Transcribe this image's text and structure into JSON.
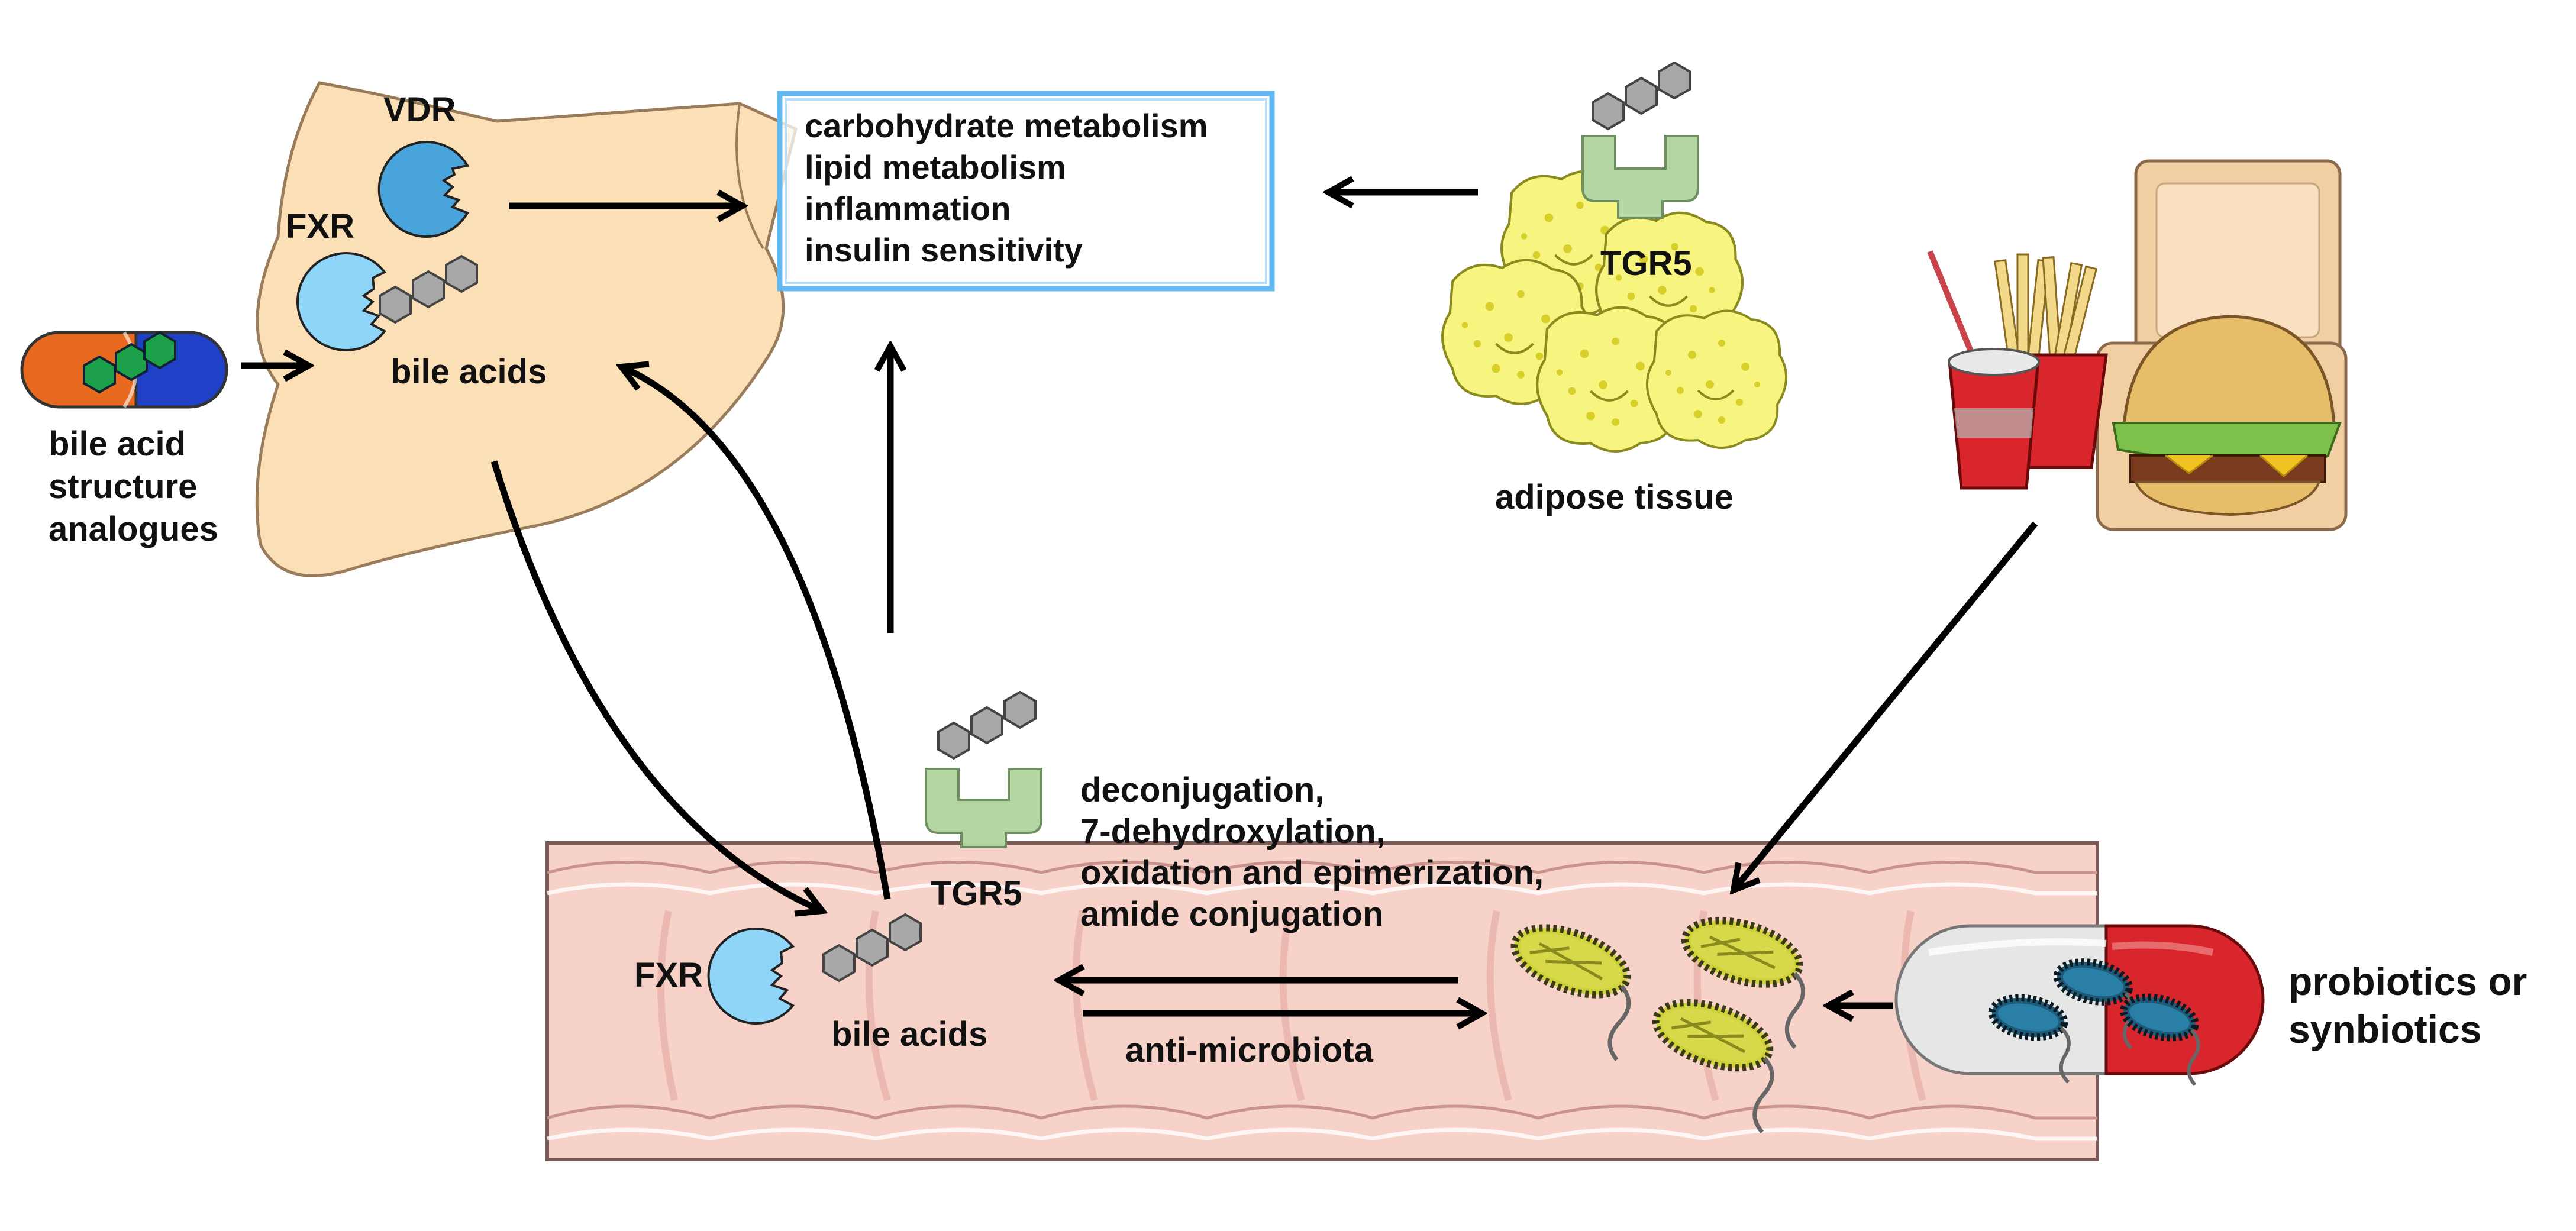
{
  "liver": {
    "receptor_vdr": "VDR",
    "receptor_fxr": "FXR",
    "bile_acids": "bile acids"
  },
  "effects_box": {
    "items": [
      "carbohydrate metabolism",
      "lipid metabolism",
      "inflammation",
      "insulin sensitivity"
    ]
  },
  "adipose": {
    "receptor": "TGR5",
    "label": "adipose tissue"
  },
  "analogues": {
    "label_lines": [
      "bile acid",
      "structure",
      "analogues"
    ]
  },
  "intestine": {
    "receptor_tgr5": "TGR5",
    "receptor_fxr": "FXR",
    "bile_acids": "bile acids",
    "microbial_processes": [
      "deconjugation,",
      " 7-dehydroxylation,",
      "oxidation and epimerization,",
      "amide conjugation"
    ],
    "anti_label": "anti-microbiota"
  },
  "probiotics": {
    "label_lines": [
      "probiotics or",
      "synbiotics"
    ]
  },
  "colors": {
    "liver_fill": "#fbdfb6",
    "liver_stroke": "#9a7c5a",
    "box_border": "#64b8f0",
    "vdr_blue": "#4aa4dc",
    "fxr_blue": "#8fd5f7",
    "hexagon_gray": "#a8a8a8",
    "tgr5_green": "#b4d6a2",
    "intestine_fill": "#f6d2c9",
    "adipose_yellow": "#f8f480",
    "pill_red": "#d8262c",
    "pill_blue": "#2040c8",
    "pill_orange": "#e86a20",
    "hex_green": "#1da04a"
  }
}
